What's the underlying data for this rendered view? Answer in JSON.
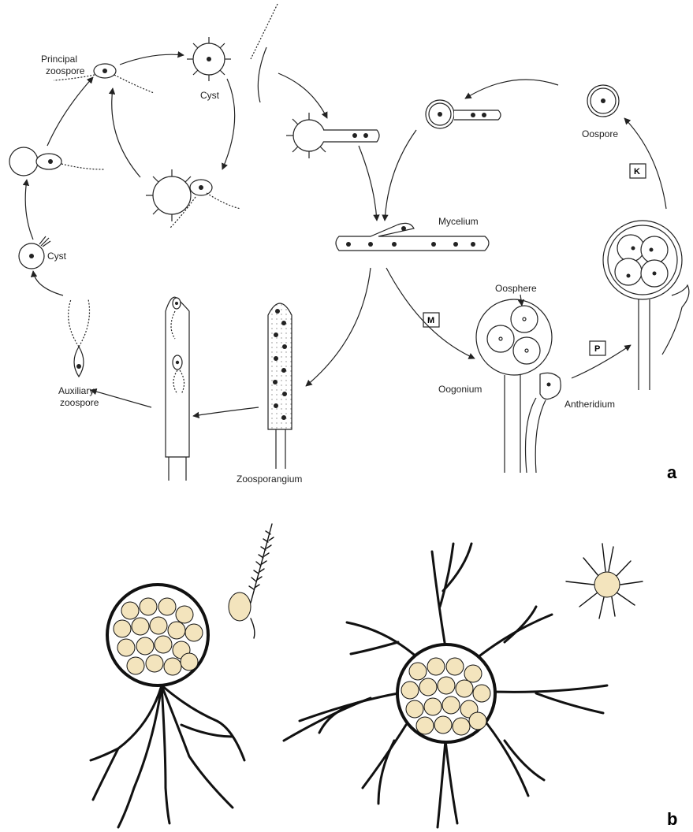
{
  "labels": {
    "principal_zoospore_1": "Principal",
    "principal_zoospore_2": "zoospore",
    "cyst_top": "Cyst",
    "cyst_left": "Cyst",
    "mycelium": "Mycelium",
    "oospore": "Oospore",
    "oosphere": "Oosphere",
    "oogonium": "Oogonium",
    "antheridium": "Antheridium",
    "zoosporangium": "Zoosporangium",
    "auxiliary_zoospore_1": "Auxiliary",
    "auxiliary_zoospore_2": "zoospore"
  },
  "boxes": {
    "m": "M",
    "p": "P",
    "k": "K"
  },
  "panels": {
    "a": "a",
    "b": "b"
  },
  "colors": {
    "spore_fill": "#f3e4bd",
    "line": "#222222"
  }
}
